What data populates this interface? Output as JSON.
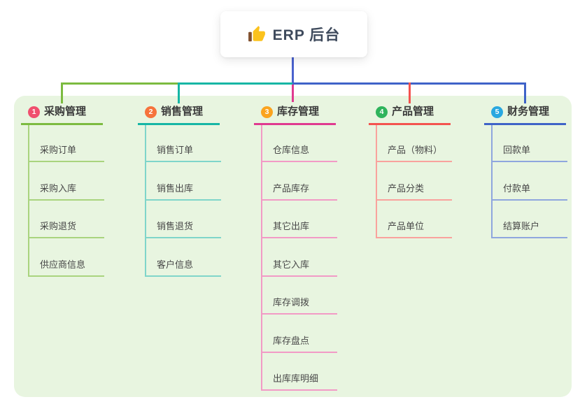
{
  "root": {
    "title": "ERP 后台",
    "icon": "thumbs-up-icon"
  },
  "branches": [
    {
      "key": "purchase",
      "badge": "1",
      "label": "采购管理",
      "badge_color": "#F0506E",
      "line_color": "#7CBB40",
      "light_color": "#A9D47E",
      "children": [
        "采购订单",
        "采购入库",
        "采购退货",
        "供应商信息"
      ]
    },
    {
      "key": "sales",
      "badge": "2",
      "label": "销售管理",
      "badge_color": "#F6733C",
      "line_color": "#16B6A5",
      "light_color": "#7FD5CA",
      "children": [
        "销售订单",
        "销售出库",
        "销售退货",
        "客户信息"
      ]
    },
    {
      "key": "inventory",
      "badge": "3",
      "label": "库存管理",
      "badge_color": "#FBA41F",
      "line_color": "#E03A90",
      "light_color": "#F29AC6",
      "children": [
        "仓库信息",
        "产品库存",
        "其它出库",
        "其它入库",
        "库存调拨",
        "库存盘点",
        "出库库明细"
      ]
    },
    {
      "key": "product",
      "badge": "4",
      "label": "产品管理",
      "badge_color": "#2FB45C",
      "line_color": "#F4534F",
      "light_color": "#F9A29D",
      "children": [
        "产品（物料）",
        "产品分类",
        "产品单位"
      ]
    },
    {
      "key": "finance",
      "badge": "5",
      "label": "财务管理",
      "badge_color": "#29A8E0",
      "line_color": "#3F63C8",
      "light_color": "#8FA6DE",
      "children": [
        "回款单",
        "付款单",
        "结算账户"
      ]
    }
  ],
  "colors": {
    "panel_bg": "#E8F5E0",
    "root_line": "#4A62CE",
    "title_color": "#3E4A5C",
    "thumb_yellow": "#FBC21D",
    "thumb_sleeve": "#81502E"
  }
}
